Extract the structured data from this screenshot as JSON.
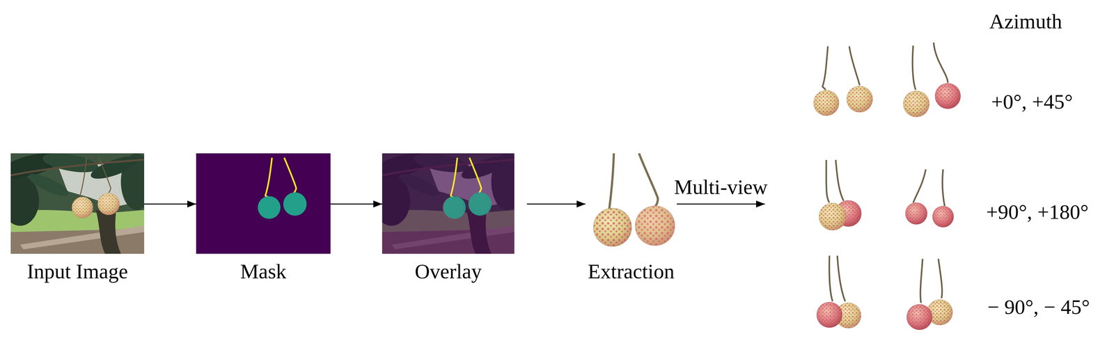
{
  "diagram": {
    "nodes": [
      {
        "text": [
          "Input Image"
        ]
      },
      {
        "text": [
          "Mask"
        ]
      },
      {
        "text": [
          "Overlay"
        ]
      },
      {
        "text": [
          "Extraction"
        ]
      },
      {
        "text": [
          "Azimuth",
          "+0°, +45°",
          "+90°, +180°",
          "− 90°, − 45°"
        ]
      }
    ],
    "edges": [
      {
        "from": 0,
        "to": 1,
        "arrow": "to"
      },
      {
        "from": 1,
        "to": 2,
        "arrow": "to"
      },
      {
        "from": 2,
        "to": 3,
        "arrow": "to"
      },
      {
        "from": 3,
        "to": 4,
        "arrow": "to",
        "label": "Multi-view"
      }
    ]
  }
}
